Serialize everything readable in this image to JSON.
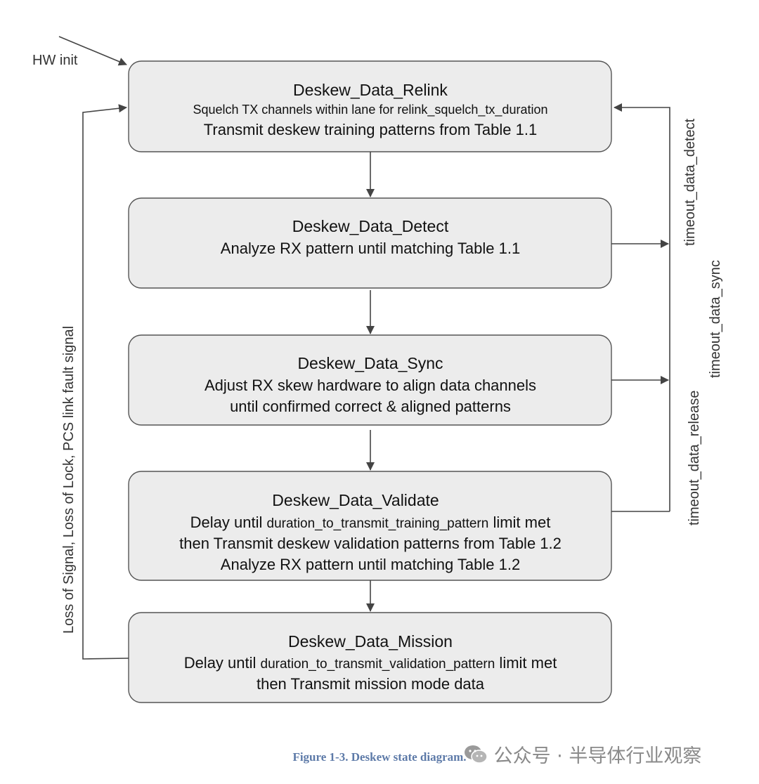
{
  "diagram": {
    "hw_init": "HW init",
    "states": [
      {
        "id": "relink",
        "title": "Deskew_Data_Relink",
        "lines": [
          {
            "text": "Squelch TX channels within lane for relink_squelch_tx_duration",
            "small": true
          },
          {
            "text": "Transmit deskew training patterns from Table 1.1"
          }
        ]
      },
      {
        "id": "detect",
        "title": "Deskew_Data_Detect",
        "lines": [
          {
            "text": "Analyze RX pattern until matching Table 1.1"
          }
        ]
      },
      {
        "id": "sync",
        "title": "Deskew_Data_Sync",
        "lines": [
          {
            "text": "Adjust RX skew hardware to align data channels"
          },
          {
            "text": "until confirmed correct & aligned patterns"
          }
        ]
      },
      {
        "id": "validate",
        "title": "Deskew_Data_Validate",
        "lines": [
          {
            "text": "Delay until duration_to_transmit_training_pattern limit met",
            "prefix": "Delay until ",
            "rest": "duration_to_transmit_training_pattern",
            "suffix": " limit met"
          },
          {
            "text": "then Transmit deskew validation patterns from Table 1.2"
          },
          {
            "text": "Analyze RX pattern until matching Table 1.2"
          }
        ]
      },
      {
        "id": "mission",
        "title": "Deskew_Data_Mission",
        "lines": [
          {
            "text": "Delay until duration_to_transmit_validation_pattern limit met",
            "prefix": "Delay until ",
            "rest": "duration_to_transmit_validation_pattern",
            "suffix": " limit met"
          },
          {
            "text": "then Transmit mission mode data"
          }
        ]
      }
    ],
    "edge_labels": {
      "timeout_data_detect": "timeout_data_detect",
      "timeout_data_sync": "timeout_data_sync",
      "timeout_data_release": "timeout_data_release",
      "loss": "Loss of Signal, Loss of Lock, PCS link fault signal"
    }
  },
  "caption": "Figure 1-3. Deskew state diagram.",
  "watermark": "公众号 · 半导体行业观察"
}
